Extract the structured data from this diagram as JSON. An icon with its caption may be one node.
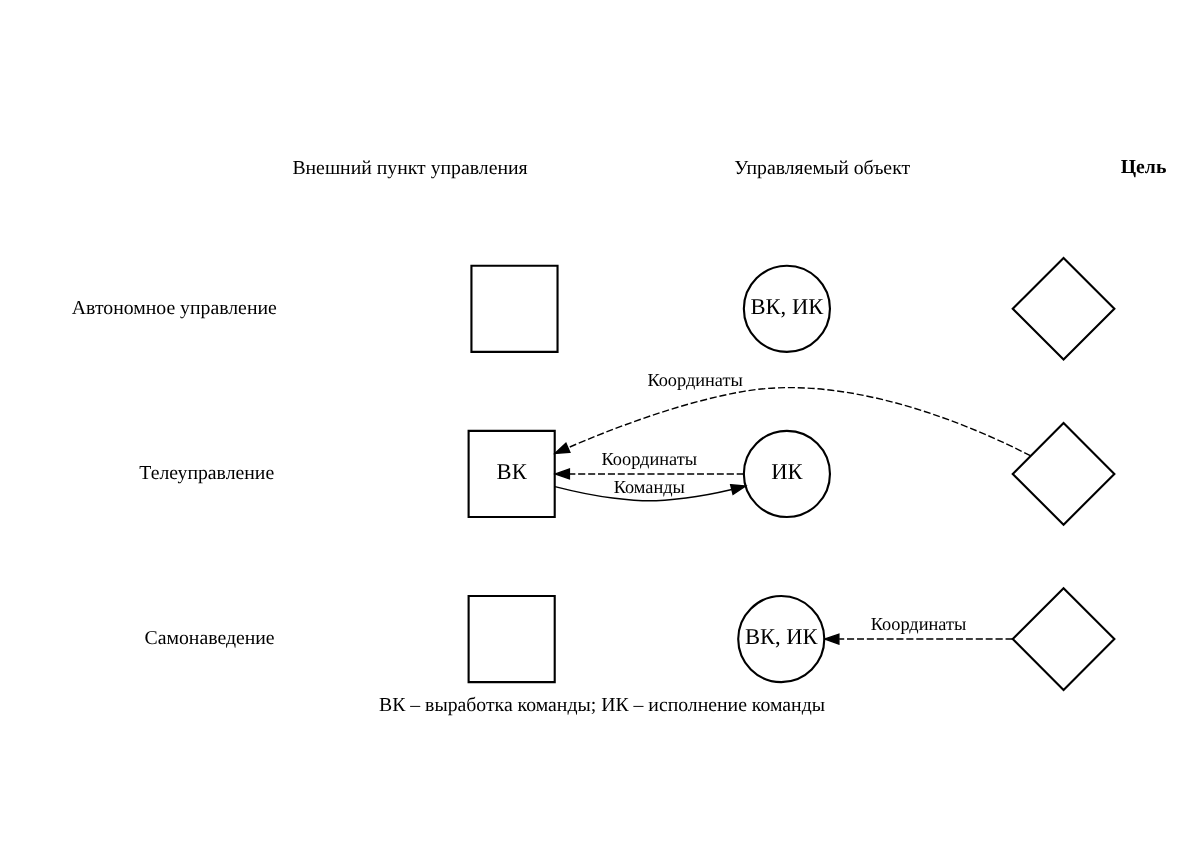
{
  "diagram": {
    "caption": "ВК – выработка команды; ИК – исполнение команды",
    "nodes": [
      {
        "text": [],
        "shape": "box"
      },
      {
        "text": [
          "ВК, ИК"
        ]
      },
      {
        "text": [],
        "shape": "diamond"
      },
      {
        "text": [
          "ВК"
        ]
      },
      {
        "text": [
          "ИК"
        ]
      },
      {
        "text": [],
        "shape": "diamond"
      },
      {
        "text": [],
        "shape": "box"
      },
      {
        "text": [
          "ВК, ИК"
        ]
      },
      {
        "text": [],
        "shape": "diamond"
      }
    ],
    "edges": [
      {
        "from": 5,
        "to": 3,
        "arrow": "to",
        "label": "Координаты",
        "style": "dashed"
      },
      {
        "from": 3,
        "to": 4,
        "arrow": "to",
        "label": "Команды"
      },
      {
        "from": 4,
        "to": 3,
        "arrow": "to",
        "label": "Координаты",
        "style": "dashed"
      },
      {
        "from": 8,
        "to": 7,
        "arrow": "to",
        "label": "Координаты",
        "style": "dashed"
      }
    ],
    "labels": [
      "Внешний пункт управления",
      "Управляемый объект",
      "Цель",
      "Автономное управление",
      "Телеуправление",
      "Самонаведение"
    ]
  }
}
